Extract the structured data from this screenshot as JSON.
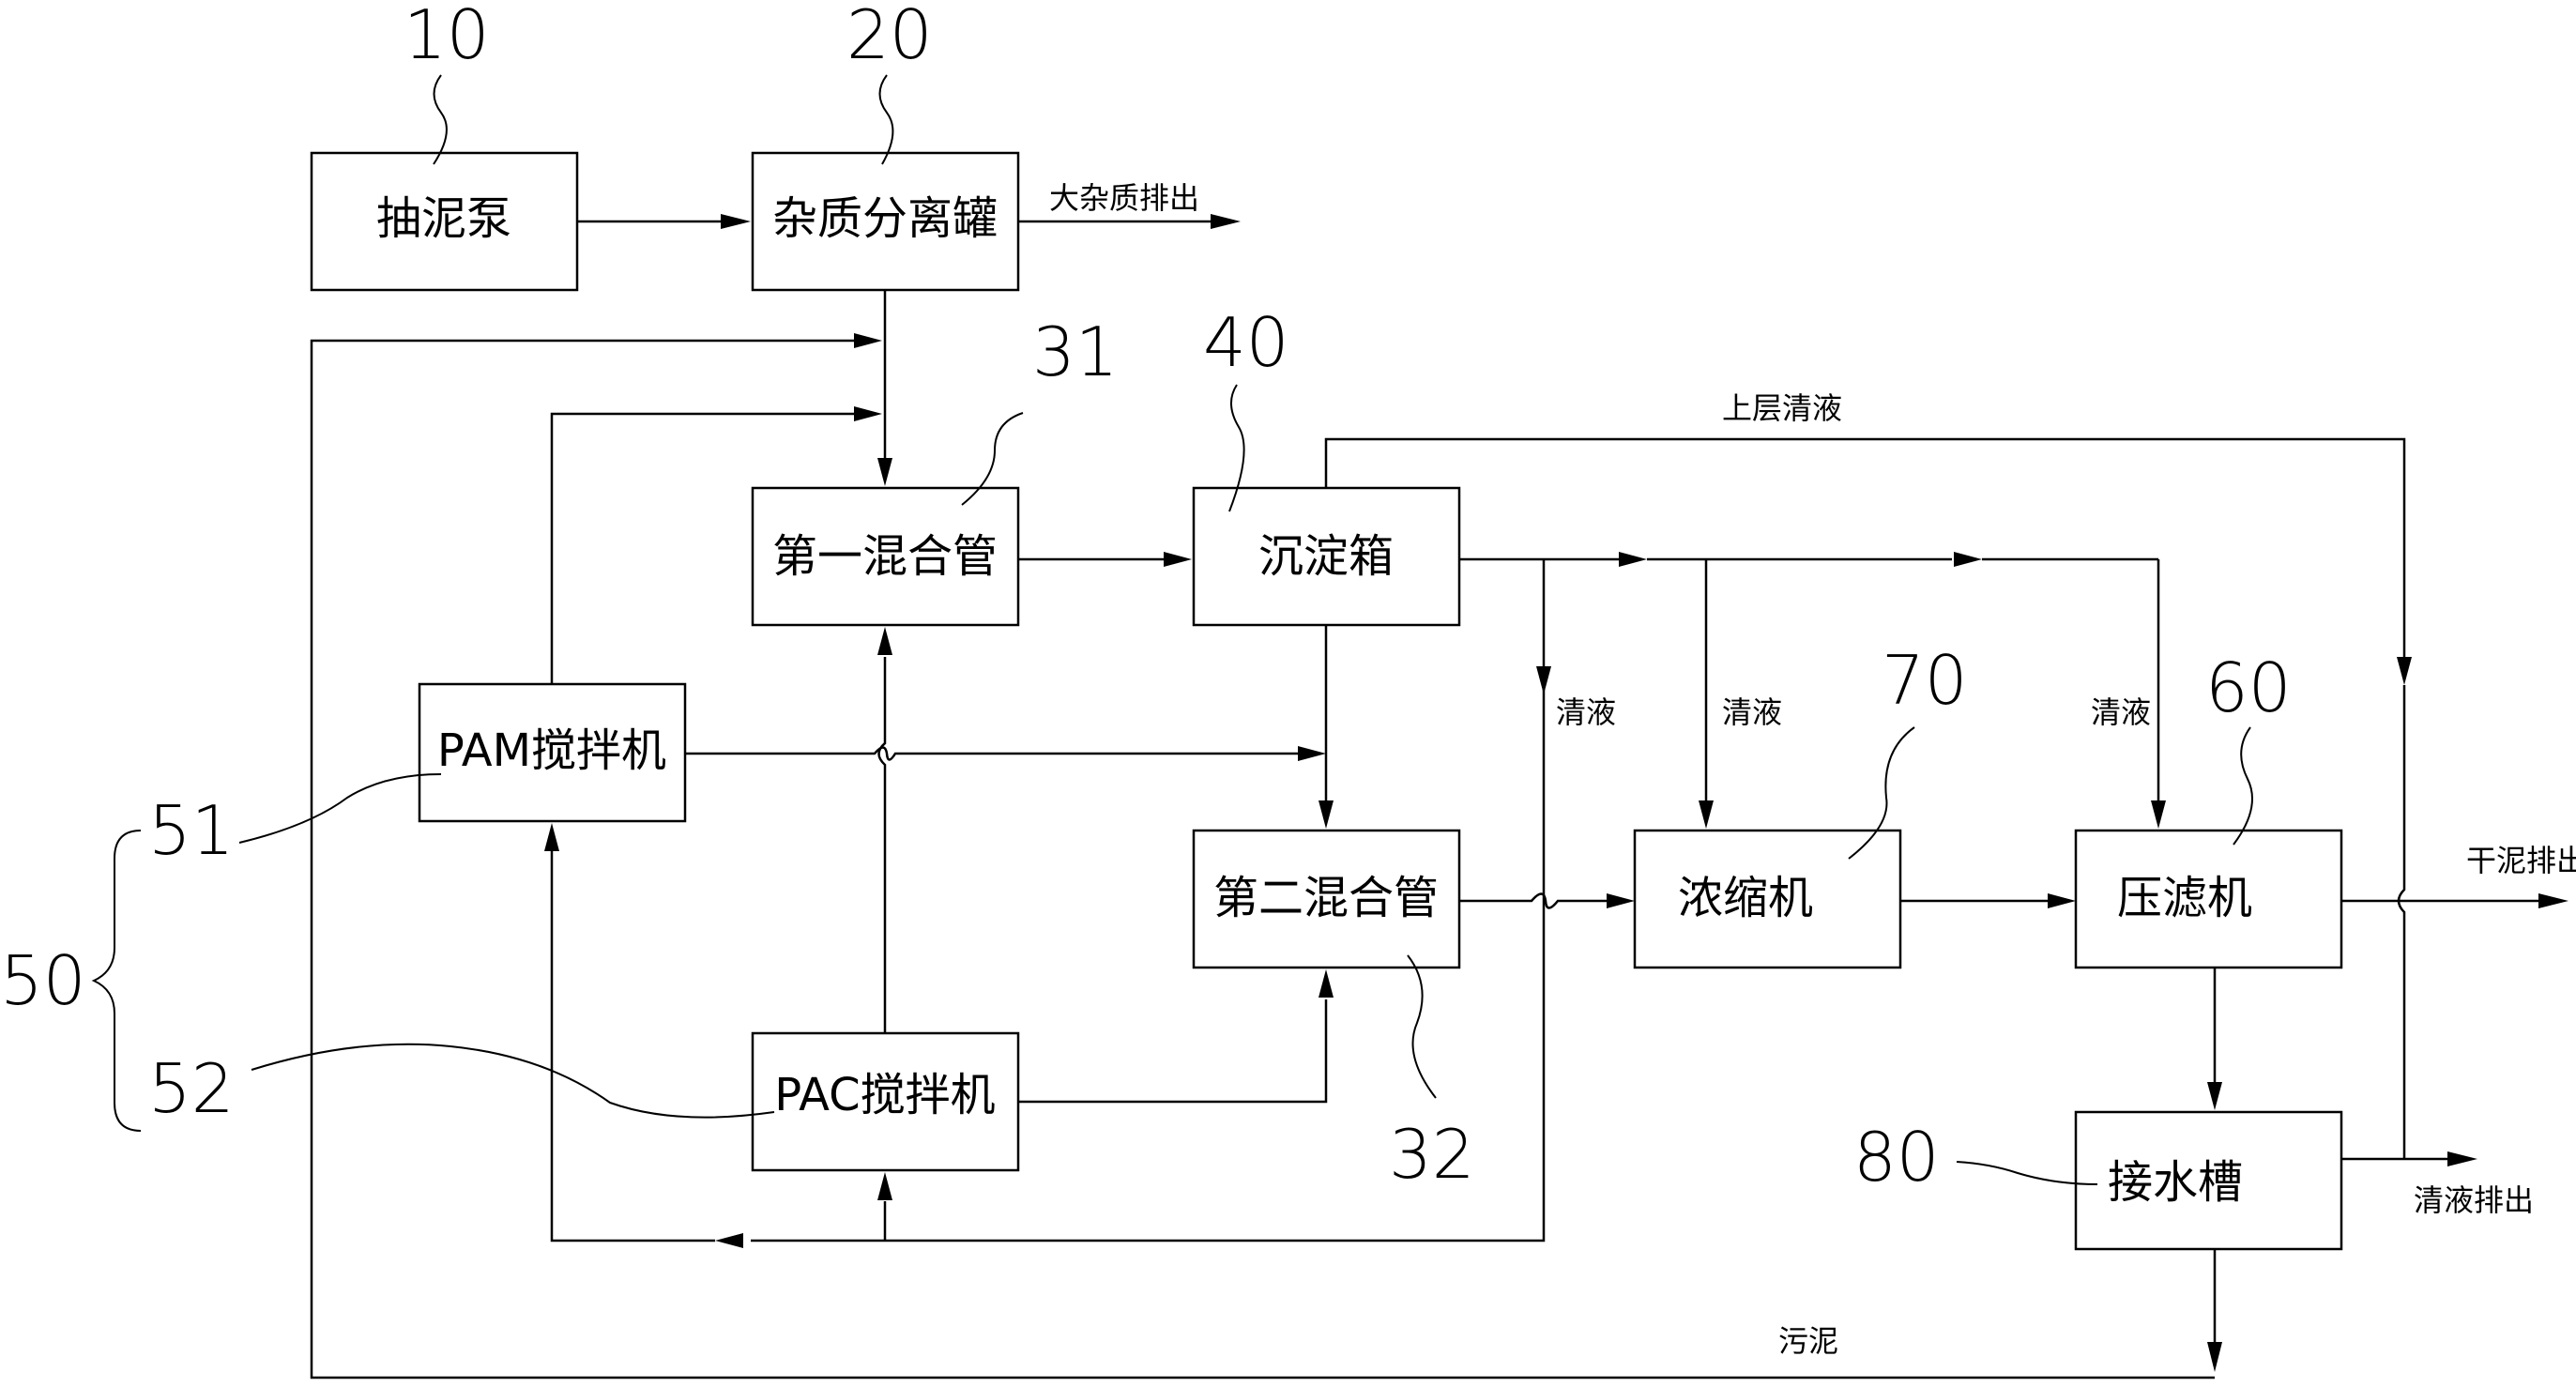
{
  "boxes": {
    "pump": "抽泥泵",
    "separator": "杂质分离罐",
    "mix1": "第一混合管",
    "settle": "沉淀箱",
    "pam": "PAM搅拌机",
    "mix2": "第二混合管",
    "pac": "PAC搅拌机",
    "thickener": "浓缩机",
    "press": "压滤机",
    "tank": "接水槽"
  },
  "flow_labels": {
    "large_impurity_out": "大杂质排出",
    "upper_clear": "上层清液",
    "clear_a": "清液",
    "clear_b": "清液",
    "clear_c": "清液",
    "dry_mud_out": "干泥排出",
    "clear_out": "清液排出",
    "sludge": "污泥"
  },
  "ref_numbers": {
    "n10": "10",
    "n20": "20",
    "n31": "31",
    "n40": "40",
    "n70": "70",
    "n60": "60",
    "n51": "51",
    "n50": "50",
    "n52": "52",
    "n32": "32",
    "n80": "80"
  }
}
